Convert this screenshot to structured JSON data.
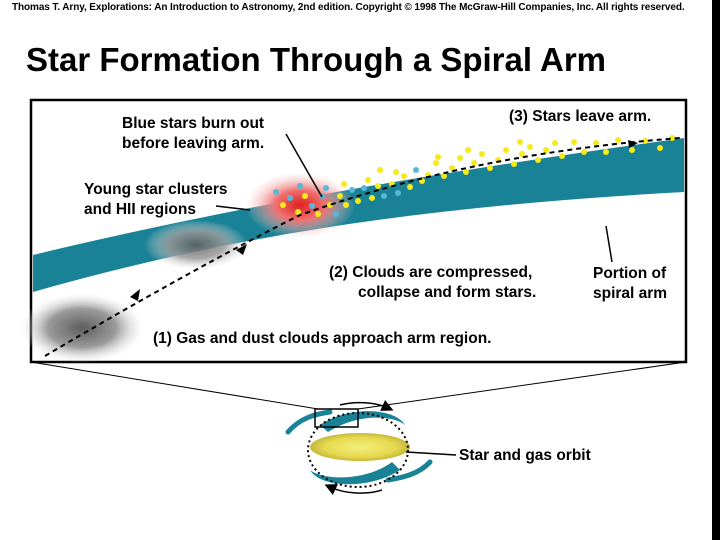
{
  "header": {
    "credit": "Thomas T. Arny, Explorations: An Introduction to Astronomy, 2nd edition. Copyright © 1998 The McGraw-Hill Companies, Inc. All rights reserved.",
    "title": "Star Formation Through a Spiral Arm"
  },
  "labels": {
    "blue_stars": [
      "Blue stars burn out",
      "before leaving arm."
    ],
    "stars_leave": "(3)  Stars leave arm.",
    "young_clusters": [
      "Young star clusters",
      "and HII regions"
    ],
    "clouds_compressed": [
      "(2)  Clouds are compressed,",
      "collapse and form stars."
    ],
    "portion_spiral": [
      "Portion of",
      "spiral arm"
    ],
    "gas_dust": "(1)  Gas and dust clouds approach arm region.",
    "orbit": "Star and gas orbit"
  },
  "colors": {
    "arm": "#1a8296",
    "young_region": "#e84040",
    "yellow_star": "#f5ea1a",
    "blue_star": "#57b8d8",
    "cloud": "#8a8a8a"
  }
}
